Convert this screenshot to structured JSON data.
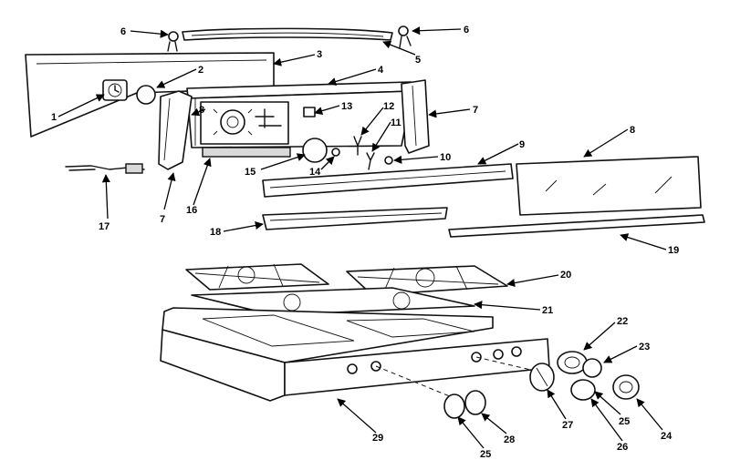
{
  "callouts": [
    {
      "id": "c1",
      "text": "1"
    },
    {
      "id": "c2",
      "text": "2"
    },
    {
      "id": "c3",
      "text": "3"
    },
    {
      "id": "c4",
      "text": "4"
    },
    {
      "id": "c5",
      "text": "5"
    },
    {
      "id": "c6a",
      "text": "6"
    },
    {
      "id": "c6b",
      "text": "6"
    },
    {
      "id": "c7a",
      "text": "7"
    },
    {
      "id": "c7b",
      "text": "7"
    },
    {
      "id": "c8a",
      "text": "8"
    },
    {
      "id": "c8b",
      "text": "8"
    },
    {
      "id": "c9",
      "text": "9"
    },
    {
      "id": "c10",
      "text": "10"
    },
    {
      "id": "c11",
      "text": "11"
    },
    {
      "id": "c12",
      "text": "12"
    },
    {
      "id": "c13",
      "text": "13"
    },
    {
      "id": "c14",
      "text": "14"
    },
    {
      "id": "c15",
      "text": "15"
    },
    {
      "id": "c16",
      "text": "16"
    },
    {
      "id": "c17",
      "text": "17"
    },
    {
      "id": "c18",
      "text": "18"
    },
    {
      "id": "c19",
      "text": "19"
    },
    {
      "id": "c20",
      "text": "20"
    },
    {
      "id": "c21",
      "text": "21"
    },
    {
      "id": "c22",
      "text": "22"
    },
    {
      "id": "c23",
      "text": "23"
    },
    {
      "id": "c24",
      "text": "24"
    },
    {
      "id": "c25a",
      "text": "25"
    },
    {
      "id": "c25b",
      "text": "25"
    },
    {
      "id": "c26",
      "text": "26"
    },
    {
      "id": "c27",
      "text": "27"
    },
    {
      "id": "c28",
      "text": "28"
    },
    {
      "id": "c29",
      "text": "29"
    }
  ]
}
